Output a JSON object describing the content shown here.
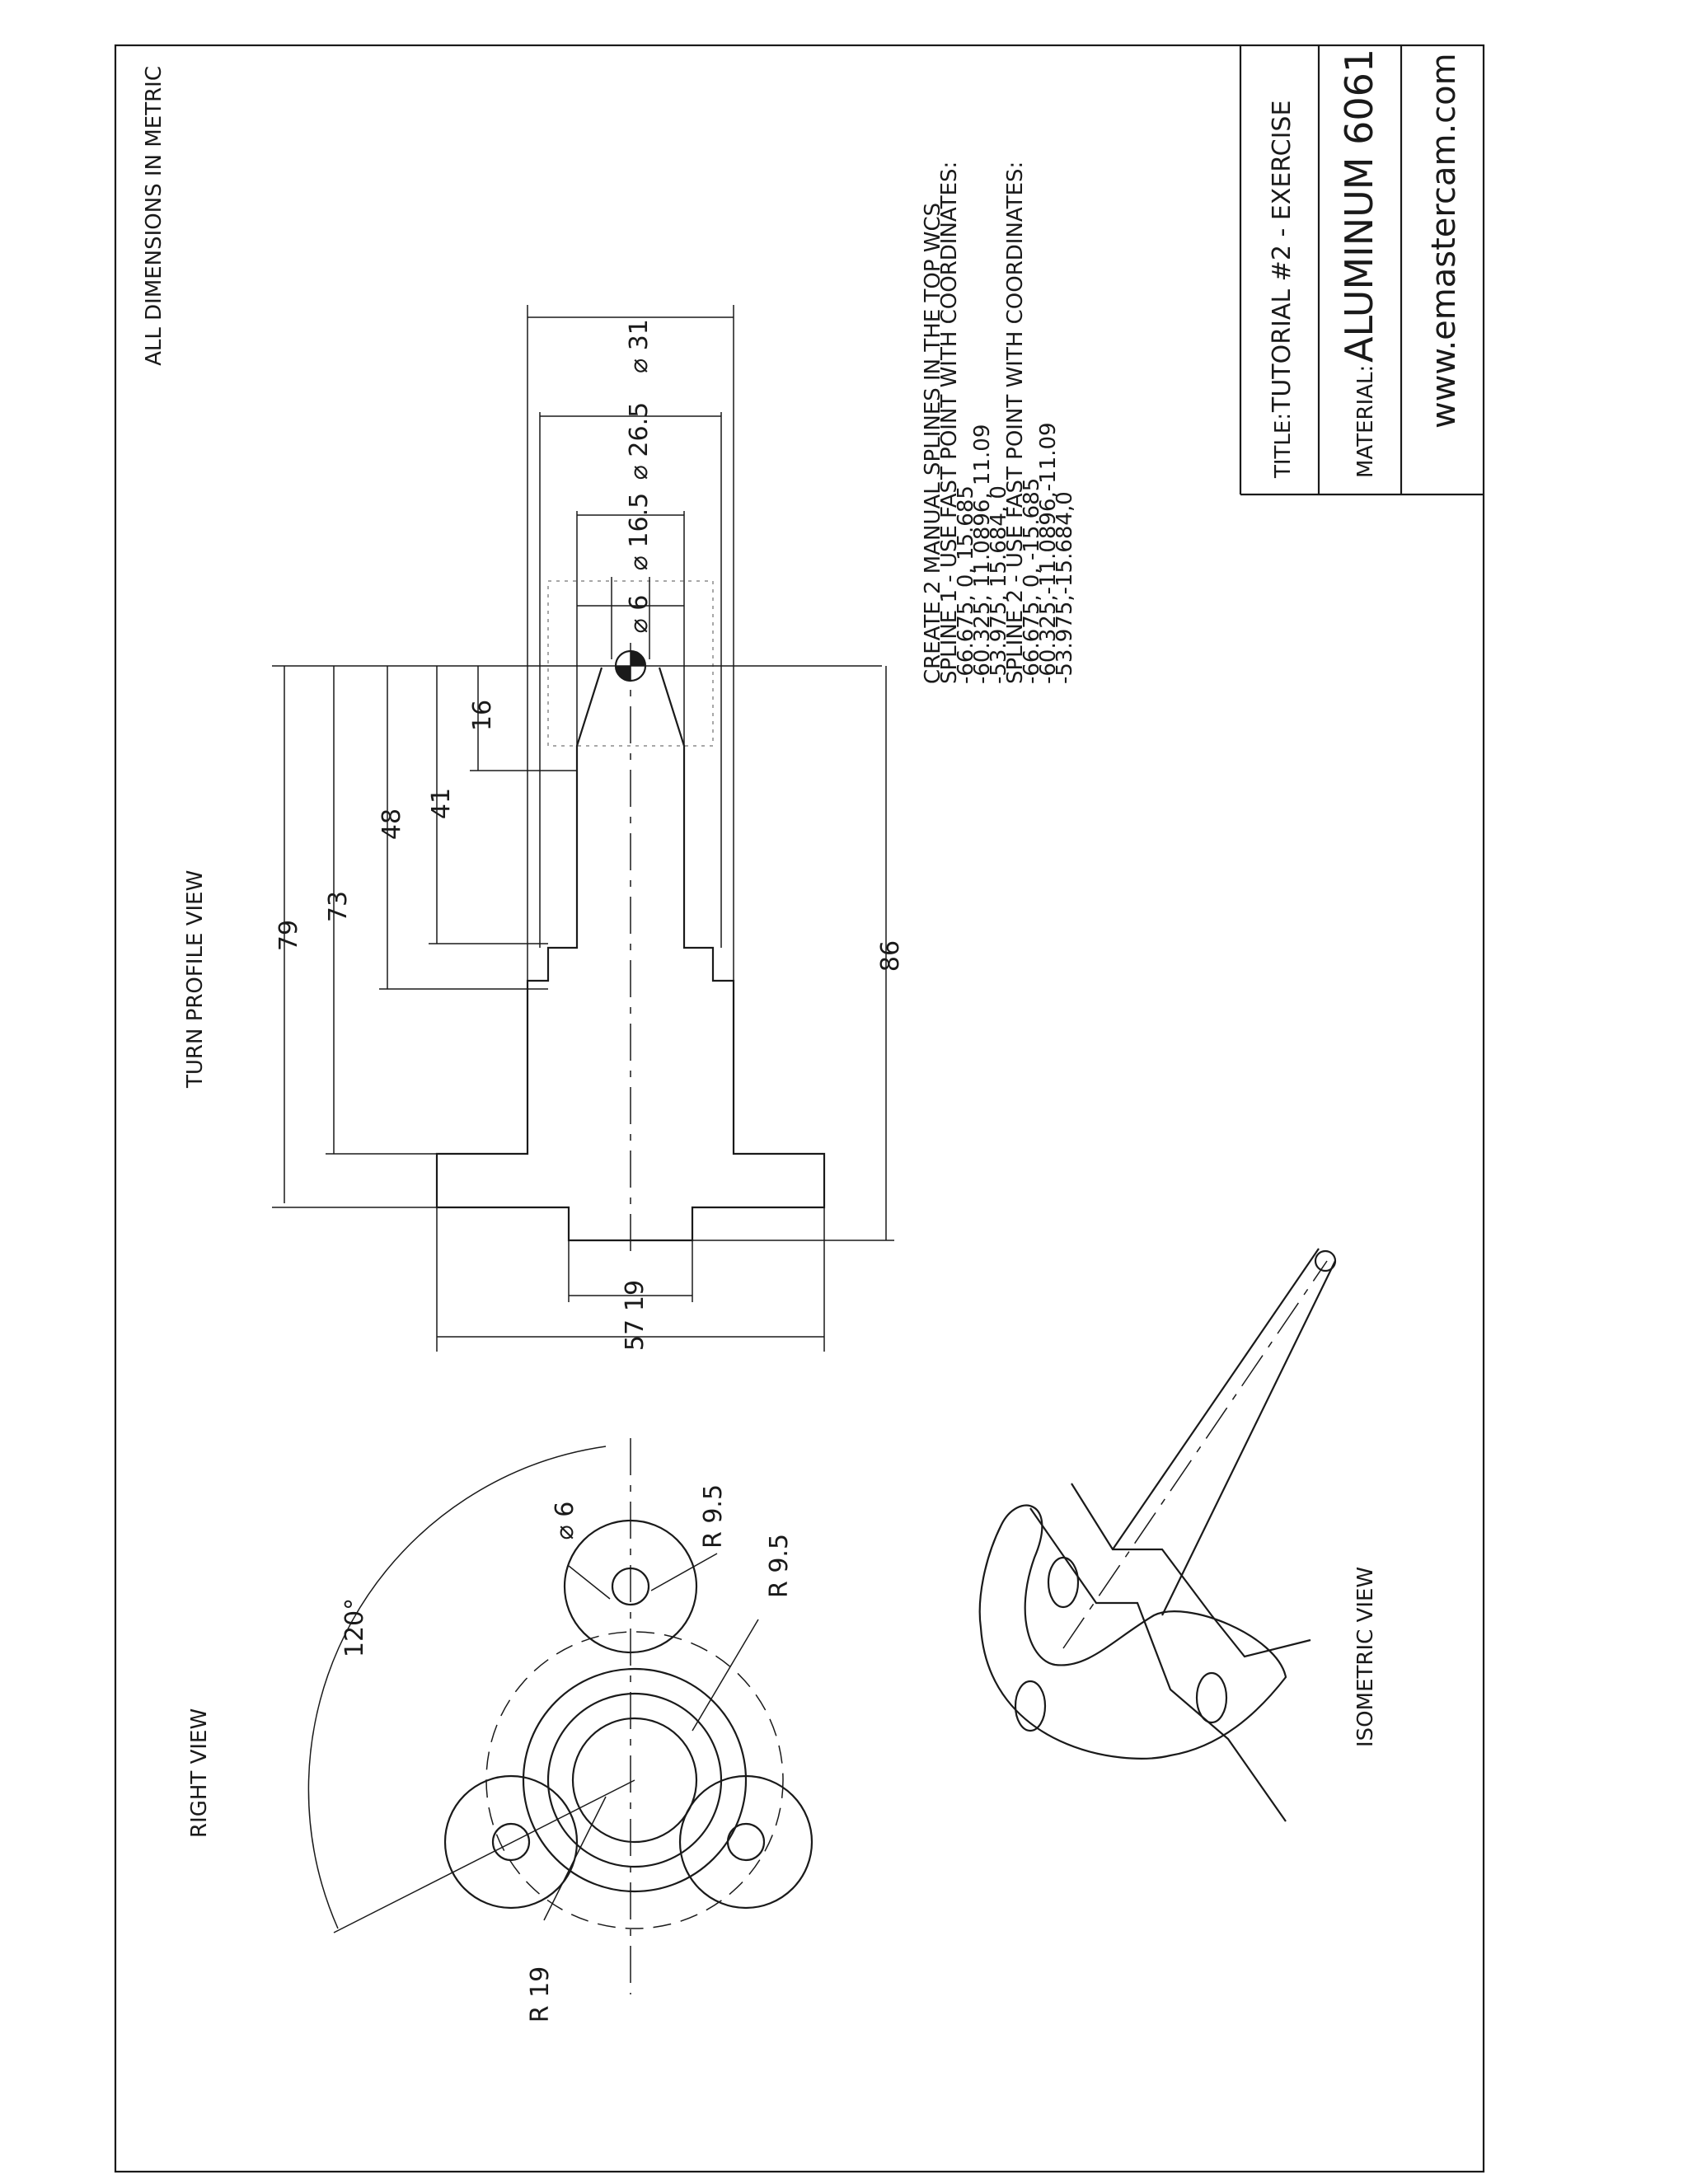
{
  "sheet": {
    "header_note": "ALL DIMENSIONS IN METRIC",
    "title_label": "TITLE:",
    "title_value": "TUTORIAL #2 - EXERCISE",
    "material_label": "MATERIAL:",
    "material_value": "ALUMINUM 6061",
    "website": "www.emastercam.com"
  },
  "notes": [
    "CREATE 2 MANUAL SPLINES IN THE TOP WCS",
    "SPLINE 1 - USE FAST POINT WITH COORDINATES:",
    "-66.675, 0, 15.685",
    "-60.325, 11.0896, 11.09",
    "-53.975, 15.684, 0",
    "SPLINE 2 - USE FAST POINT WITH COORDINATES:",
    "-66.675, 0, -15.685",
    "-60.325,-11.0896,-11.09",
    "-53.975,-15.684,0"
  ],
  "views": {
    "turn_profile": "TURN PROFILE VIEW",
    "right": "RIGHT VIEW",
    "isometric": "ISOMETRIC VIEW"
  },
  "dimensions": {
    "d6": "⌀ 6",
    "d16_5": "⌀ 16.5",
    "d26_5": "⌀ 26.5",
    "d31": "⌀ 31",
    "l16": "16",
    "l41": "41",
    "l48": "48",
    "l73": "73",
    "l79": "79",
    "l86": "86",
    "w19": "19",
    "w57": "57",
    "angle": "120°",
    "hole": "⌀ 6",
    "r9_5_a": "R 9.5",
    "r9_5_b": "R 9.5",
    "r19": "R 19"
  }
}
